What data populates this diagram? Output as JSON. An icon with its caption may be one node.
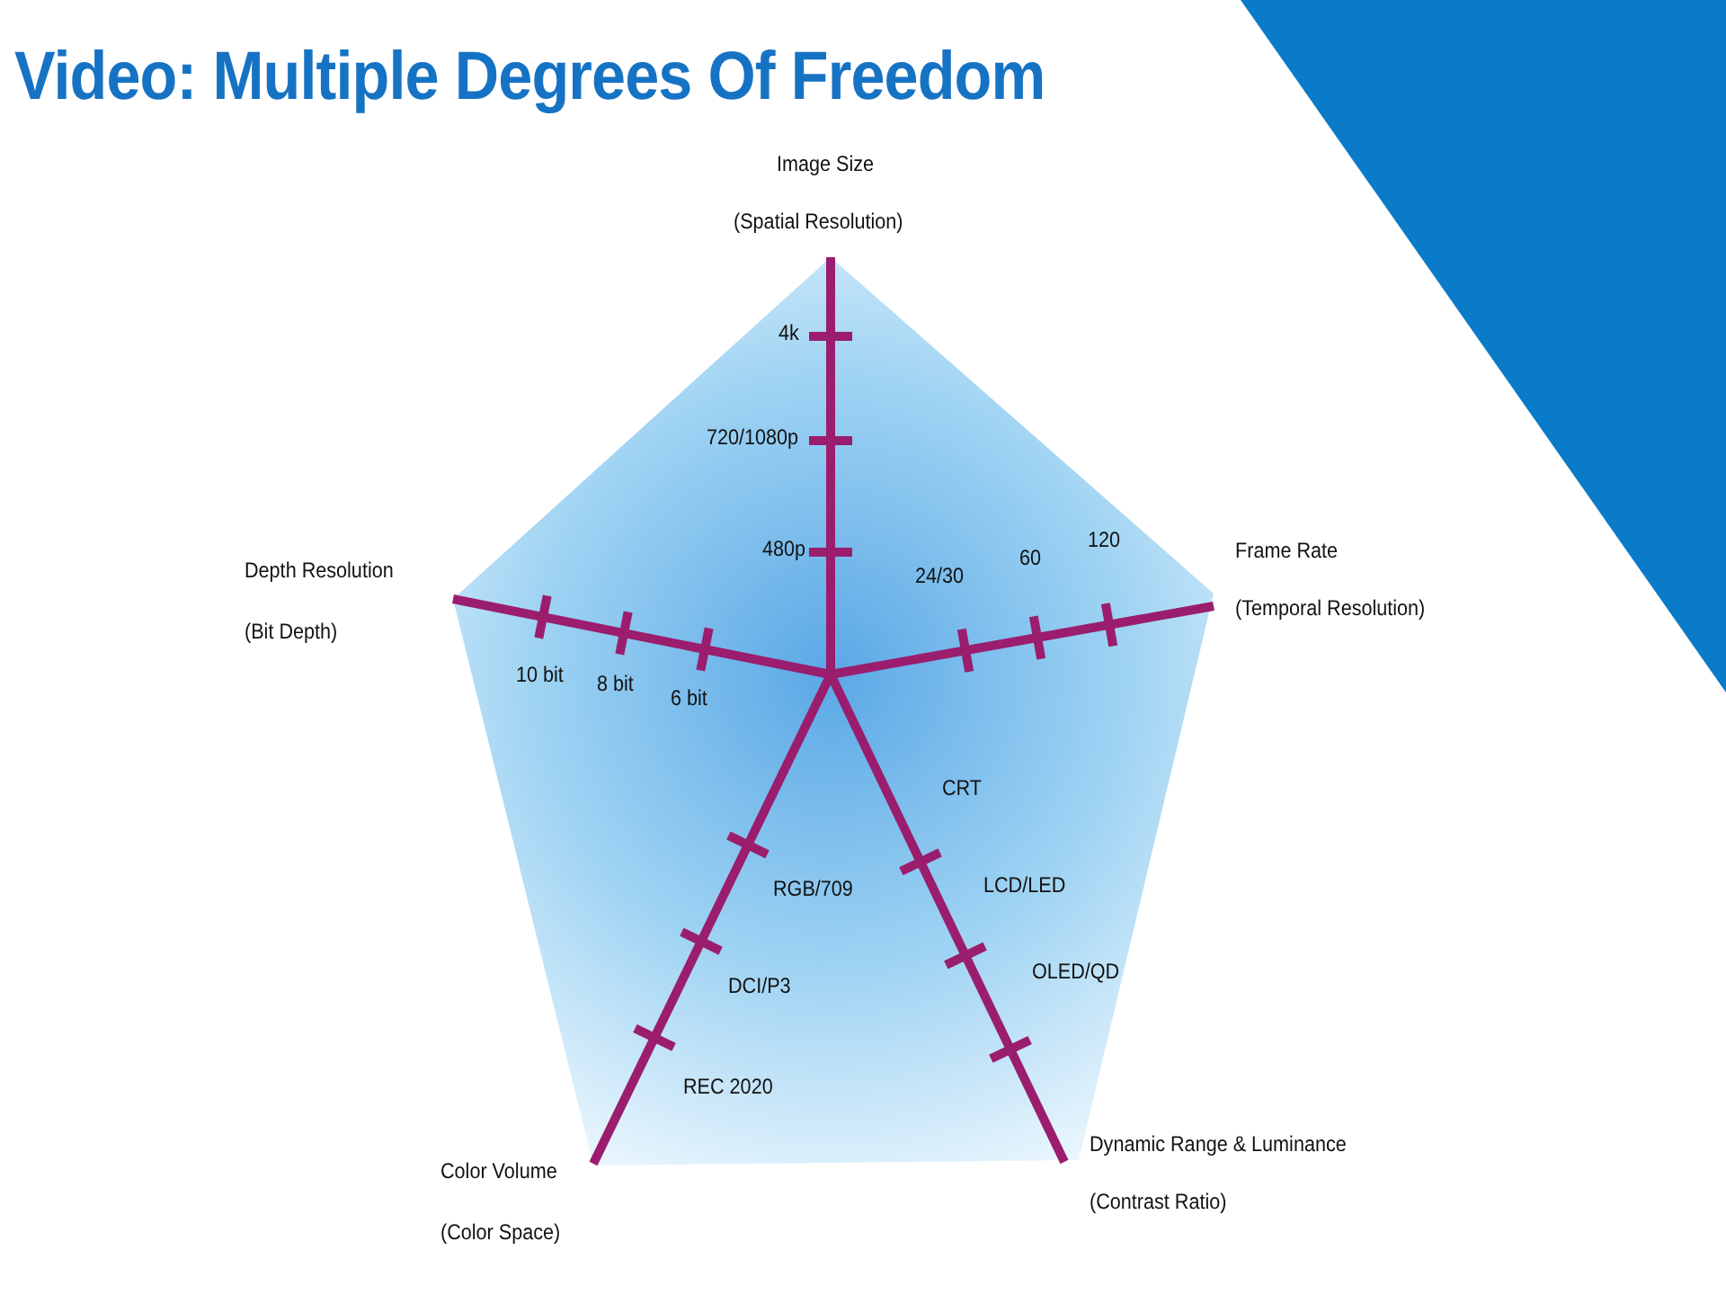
{
  "diagram": {
    "title": "Video: Multiple Degrees Of Freedom",
    "labels": [
      "Image Size",
      "(Spatial Resolution)",
      "4k",
      "720/1080p",
      "480p",
      "24/30",
      "60",
      "120",
      "Frame Rate",
      "(Temporal Resolution)",
      "Depth Resolution",
      "(Bit Depth)",
      "10 bit",
      "8 bit",
      "6 bit",
      "CRT",
      "RGB/709",
      "LCD/LED",
      "DCI/P3",
      "OLED/QD",
      "REC 2020",
      "Dynamic Range & Luminance",
      "(Contrast Ratio)",
      "Color Volume",
      "(Color Space)"
    ]
  }
}
